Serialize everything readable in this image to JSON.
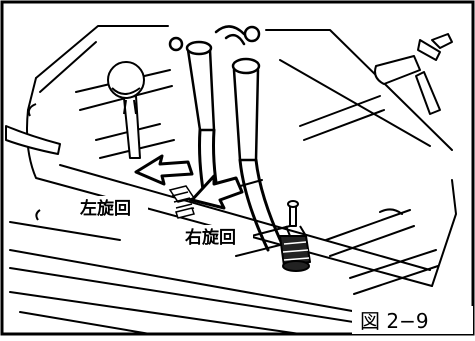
{
  "labels": {
    "left_rotation": "左旋回",
    "right_rotation": "右旋回"
  },
  "caption": "図 2−9",
  "colors": {
    "ink": "#000000",
    "paper": "#ffffff"
  }
}
